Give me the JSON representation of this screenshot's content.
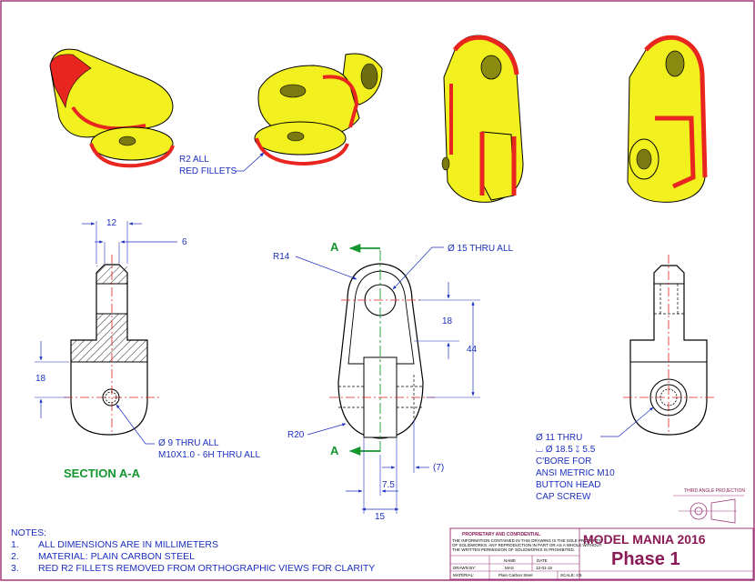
{
  "colors": {
    "border": "#a0397a",
    "part_yellow": "#f2f01e",
    "fillet_red": "#e8261f",
    "dim_blue": "#1d2fbf",
    "center_red": "#e02020",
    "section_green": "#14962e",
    "outline": "#000000"
  },
  "iso_callout": {
    "line1": "R2 ALL",
    "line2": "RED FILLETS"
  },
  "section_view": {
    "dim_width": "12",
    "dim_chamfer": "6",
    "dim_height": "18",
    "hole_line1": "Ø 9 THRU ALL",
    "hole_line2": "M10X1.0 - 6H THRU ALL",
    "title": "SECTION A-A"
  },
  "front_view": {
    "r_top": "R14",
    "hole_label": "Ø 15 THRU ALL",
    "section_letter_top": "A",
    "section_letter_bottom": "A",
    "dim_18": "18",
    "dim_44": "44",
    "r_bottom": "R20",
    "dim_7_5": "7.5",
    "dim_15": "15",
    "dim_7": "(7)"
  },
  "side_view": {
    "cb_line1": "Ø 11 THRU",
    "cb_line2": "⌴ Ø 18.5 ↧ 5.5",
    "cb_line3": "C'BORE FOR",
    "cb_line4": "ANSI METRIC M10",
    "cb_line5": "BUTTON HEAD",
    "cb_line6": "CAP SCREW",
    "projection_label": "THIRD ANGLE PROJECTION"
  },
  "notes": {
    "heading": "NOTES:",
    "items": [
      {
        "num": "1.",
        "text": "ALL DIMENSIONS ARE IN MILLIMETERS"
      },
      {
        "num": "2.",
        "text": "MATERIAL: PLAIN CARBON STEEL"
      },
      {
        "num": "3.",
        "text": "RED R2 FILLETS REMOVED FROM ORTHOGRAPHIC VIEWS FOR CLARITY"
      }
    ]
  },
  "title_block": {
    "proprietary_heading": "PROPRIETARY AND CONFIDENTIAL",
    "proprietary_text_1": "THE INFORMATION CONTAINED IN THIS DRAWING IS THE SOLE PROPERTY",
    "proprietary_text_2": "OF SOLIDWORKS. ANY REPRODUCTION IN PART OR AS A WHOLE WITHOUT",
    "proprietary_text_3": "THE WRITTEN PERMISSION OF SOLIDWORKS IS PROHIBITED.",
    "name_header": "NAME",
    "date_header": "DATE",
    "drawn_by_label": "DRAWN BY:",
    "drawn_by": "MAS",
    "drawn_date": "12-01-15",
    "material_label": "MATERIAL:",
    "material": "Plain Carbon Steel",
    "scale": "SCALE: 4:5",
    "title": "MODEL MANIA 2016",
    "subtitle": "Phase 1"
  }
}
